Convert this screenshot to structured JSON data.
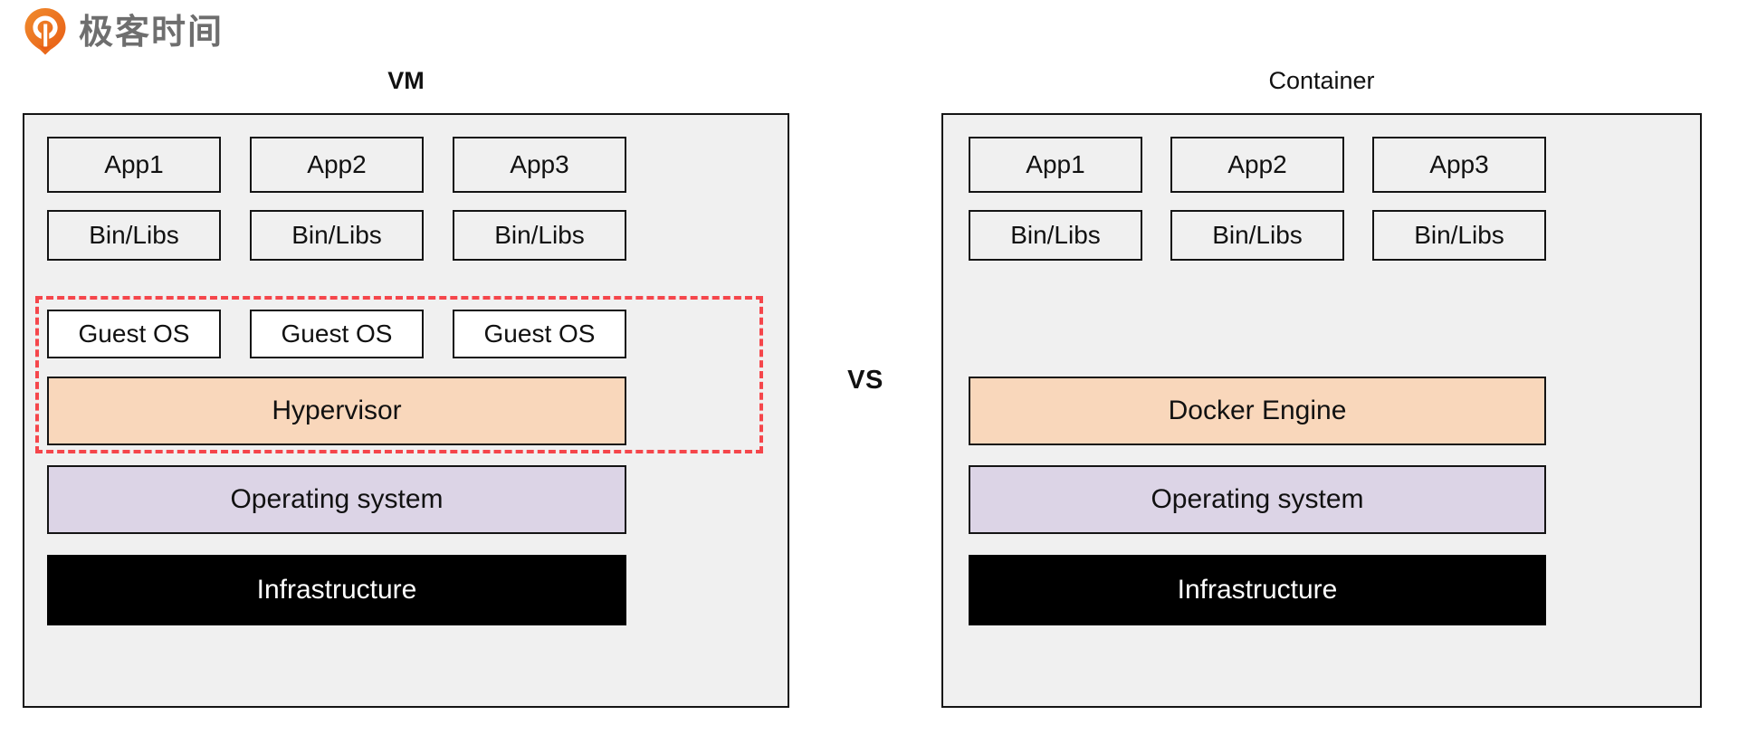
{
  "brand": {
    "name": "极客时间",
    "logo_icon": "geektime-pin-logo",
    "logo_color": "#ED7020",
    "text_color": "#6E6E6E"
  },
  "diagram": {
    "type": "comparison-architecture-stack",
    "divider_label": "VS",
    "colors": {
      "panel_fill": "#F0F0F0",
      "tile_fill": "#F0F0F0",
      "guest_fill": "#FFFFFF",
      "engine_fill": "#F9D7BB",
      "os_fill": "#DCD4E6",
      "infra_fill": "#000000",
      "infra_text": "#FFFFFF",
      "border": "#141414",
      "highlight_dashed": "#F5464B"
    },
    "columns": [
      {
        "id": "vm",
        "title": "VM",
        "title_bold": true,
        "rows": [
          {
            "id": "apps",
            "kind": "tiles",
            "items": [
              "App1",
              "App2",
              "App3"
            ]
          },
          {
            "id": "binlibs",
            "kind": "tiles",
            "items": [
              "Bin/Libs",
              "Bin/Libs",
              "Bin/Libs"
            ]
          },
          {
            "id": "guestos",
            "kind": "guest",
            "items": [
              "Guest OS",
              "Guest OS",
              "Guest OS"
            ]
          },
          {
            "id": "engine",
            "kind": "engine",
            "items": [
              "Hypervisor"
            ]
          },
          {
            "id": "os",
            "kind": "os",
            "items": [
              "Operating system"
            ]
          },
          {
            "id": "infra",
            "kind": "infra",
            "items": [
              "Infrastructure"
            ]
          }
        ],
        "highlight": {
          "label": "virtualization-layer-highlight",
          "covers": [
            "guestos",
            "engine"
          ],
          "style": "red-dashed"
        }
      },
      {
        "id": "container",
        "title": "Container",
        "title_bold": false,
        "rows": [
          {
            "id": "apps",
            "kind": "tiles",
            "items": [
              "App1",
              "App2",
              "App3"
            ]
          },
          {
            "id": "binlibs",
            "kind": "tiles",
            "items": [
              "Bin/Libs",
              "Bin/Libs",
              "Bin/Libs"
            ]
          },
          {
            "id": "guestos",
            "kind": "empty",
            "items": []
          },
          {
            "id": "engine",
            "kind": "engine",
            "items": [
              "Docker Engine"
            ]
          },
          {
            "id": "os",
            "kind": "os",
            "items": [
              "Operating system"
            ]
          },
          {
            "id": "infra",
            "kind": "infra",
            "items": [
              "Infrastructure"
            ]
          }
        ],
        "highlight": null
      }
    ]
  }
}
